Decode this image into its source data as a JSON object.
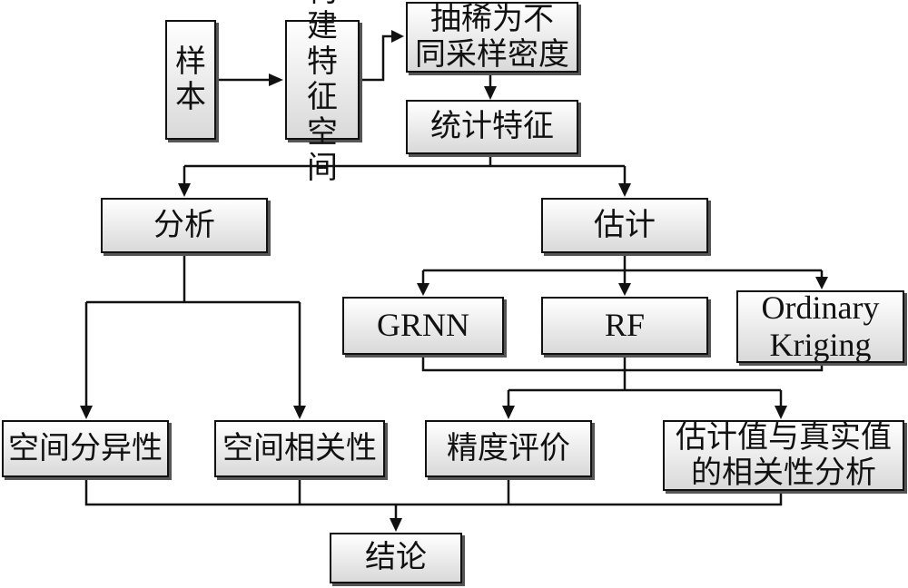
{
  "nodes": {
    "sample": "样\n本",
    "feature_space": "构建\n特征\n空间",
    "thinning": "抽稀为不\n同采样密度",
    "statistics": "统计特征",
    "analysis": "分析",
    "estimation": "估计",
    "grnn": "GRNN",
    "rf": "RF",
    "kriging": "Ordinary\nKriging",
    "spatial_heterogeneity": "空间分异性",
    "spatial_correlation": "空间相关性",
    "accuracy": "精度评价",
    "est_vs_true": "估计值与真实值\n的相关性分析",
    "conclusion": "结论"
  }
}
